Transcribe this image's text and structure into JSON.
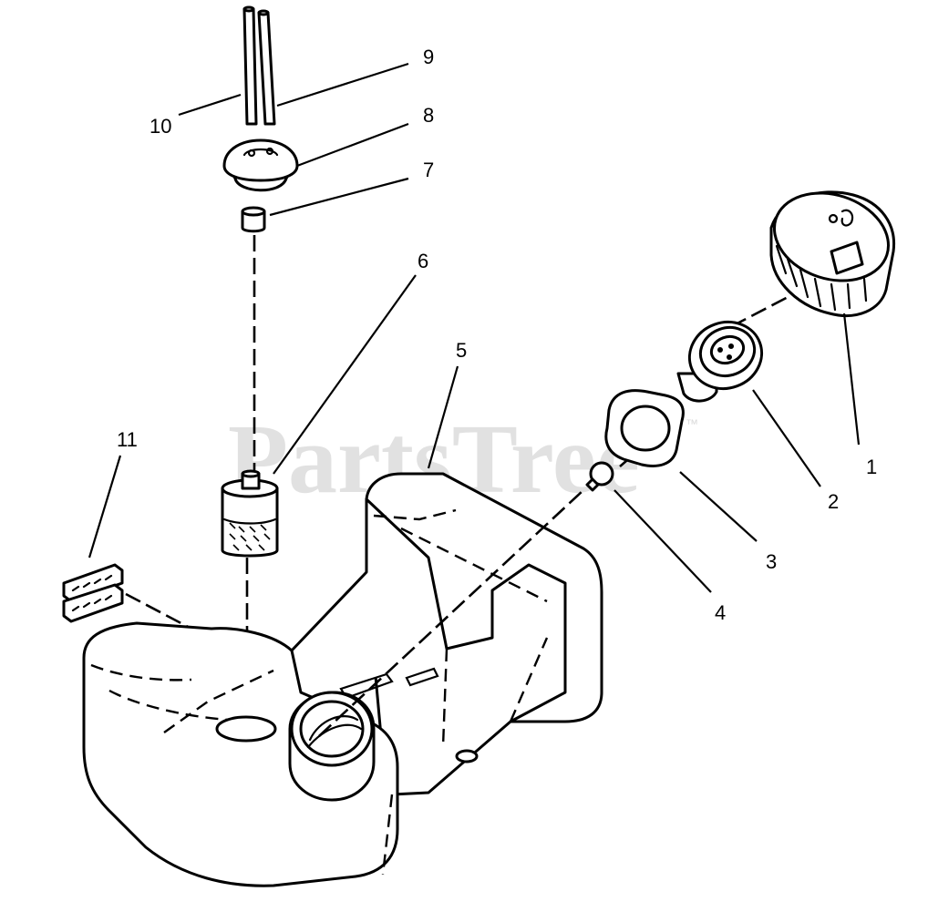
{
  "watermark": {
    "text": "PartsTree",
    "mark": "™"
  },
  "callouts": [
    "1",
    "2",
    "3",
    "4",
    "5",
    "6",
    "7",
    "8",
    "9",
    "10",
    "11"
  ]
}
